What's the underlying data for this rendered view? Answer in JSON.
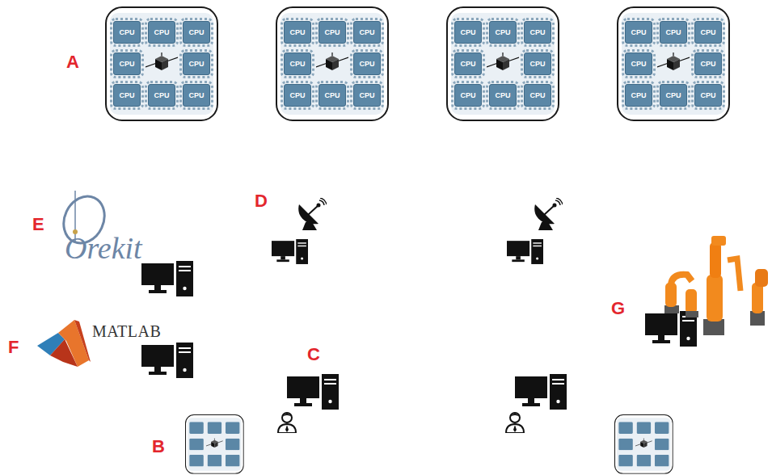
{
  "diagram": {
    "nodes": [
      {
        "text": [
          "CPU"
        ]
      },
      {
        "text": [
          "CPU"
        ]
      },
      {
        "text": [
          "CPU"
        ]
      },
      {
        "text": [
          "CPU"
        ]
      },
      {
        "text": [
          "CPU"
        ]
      },
      {
        "text": [
          "CPU"
        ]
      },
      {
        "text": [
          "CPU"
        ]
      },
      {
        "text": [
          "CPU"
        ]
      },
      {
        "text": [
          "CPU"
        ]
      },
      {
        "text": [
          "CPU"
        ]
      },
      {
        "text": [
          "CPU"
        ]
      },
      {
        "text": [
          "CPU"
        ]
      },
      {
        "text": [
          "CPU"
        ]
      },
      {
        "text": [
          "CPU"
        ]
      },
      {
        "text": [
          "CPU"
        ]
      },
      {
        "text": [
          "CPU"
        ]
      },
      {
        "text": [
          "CPU"
        ]
      },
      {
        "text": [
          "CPU"
        ]
      },
      {
        "text": [
          "CPU"
        ]
      },
      {
        "text": [
          "CPU"
        ]
      },
      {
        "text": [
          "CPU"
        ]
      },
      {
        "text": [
          "CPU"
        ]
      },
      {
        "text": [
          "CPU"
        ]
      },
      {
        "text": [
          "CPU"
        ]
      },
      {
        "text": [
          "CPU"
        ]
      },
      {
        "text": [
          "CPU"
        ]
      },
      {
        "text": [
          "CPU"
        ]
      },
      {
        "text": [
          "CPU"
        ]
      },
      {
        "text": [
          "CPU"
        ]
      },
      {
        "text": [
          "CPU"
        ]
      },
      {
        "text": [
          "CPU"
        ]
      },
      {
        "text": [
          "CPU"
        ]
      }
    ],
    "labels": [
      "A",
      "E",
      "Orekit",
      "D",
      "MATLAB",
      "F",
      "C",
      "G",
      "B"
    ]
  }
}
